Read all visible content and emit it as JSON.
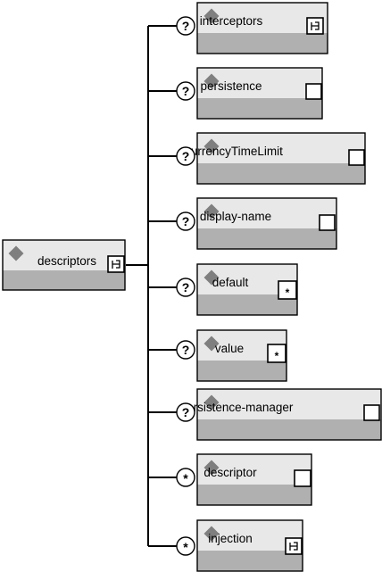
{
  "root": {
    "label": "descriptors",
    "icon": "sequence-icon"
  },
  "children": [
    {
      "label": "interceptors",
      "occurrence": "?",
      "type_icon": "sequence-icon"
    },
    {
      "label": "persistence",
      "occurrence": "?",
      "type_icon": "empty-box-icon"
    },
    {
      "label": "currencyTimeLimit",
      "occurrence": "?",
      "type_icon": "empty-box-icon"
    },
    {
      "label": "display-name",
      "occurrence": "?",
      "type_icon": "empty-box-icon"
    },
    {
      "label": "default",
      "occurrence": "?",
      "type_icon": "star-box-icon",
      "type_text": "*"
    },
    {
      "label": "value",
      "occurrence": "?",
      "type_icon": "star-box-icon",
      "type_text": "*"
    },
    {
      "label": "persistence-manager",
      "occurrence": "?",
      "type_icon": "empty-box-icon"
    },
    {
      "label": "descriptor",
      "occurrence": "*",
      "type_icon": "empty-box-icon"
    },
    {
      "label": "injection",
      "occurrence": "*",
      "type_icon": "sequence-icon"
    }
  ]
}
